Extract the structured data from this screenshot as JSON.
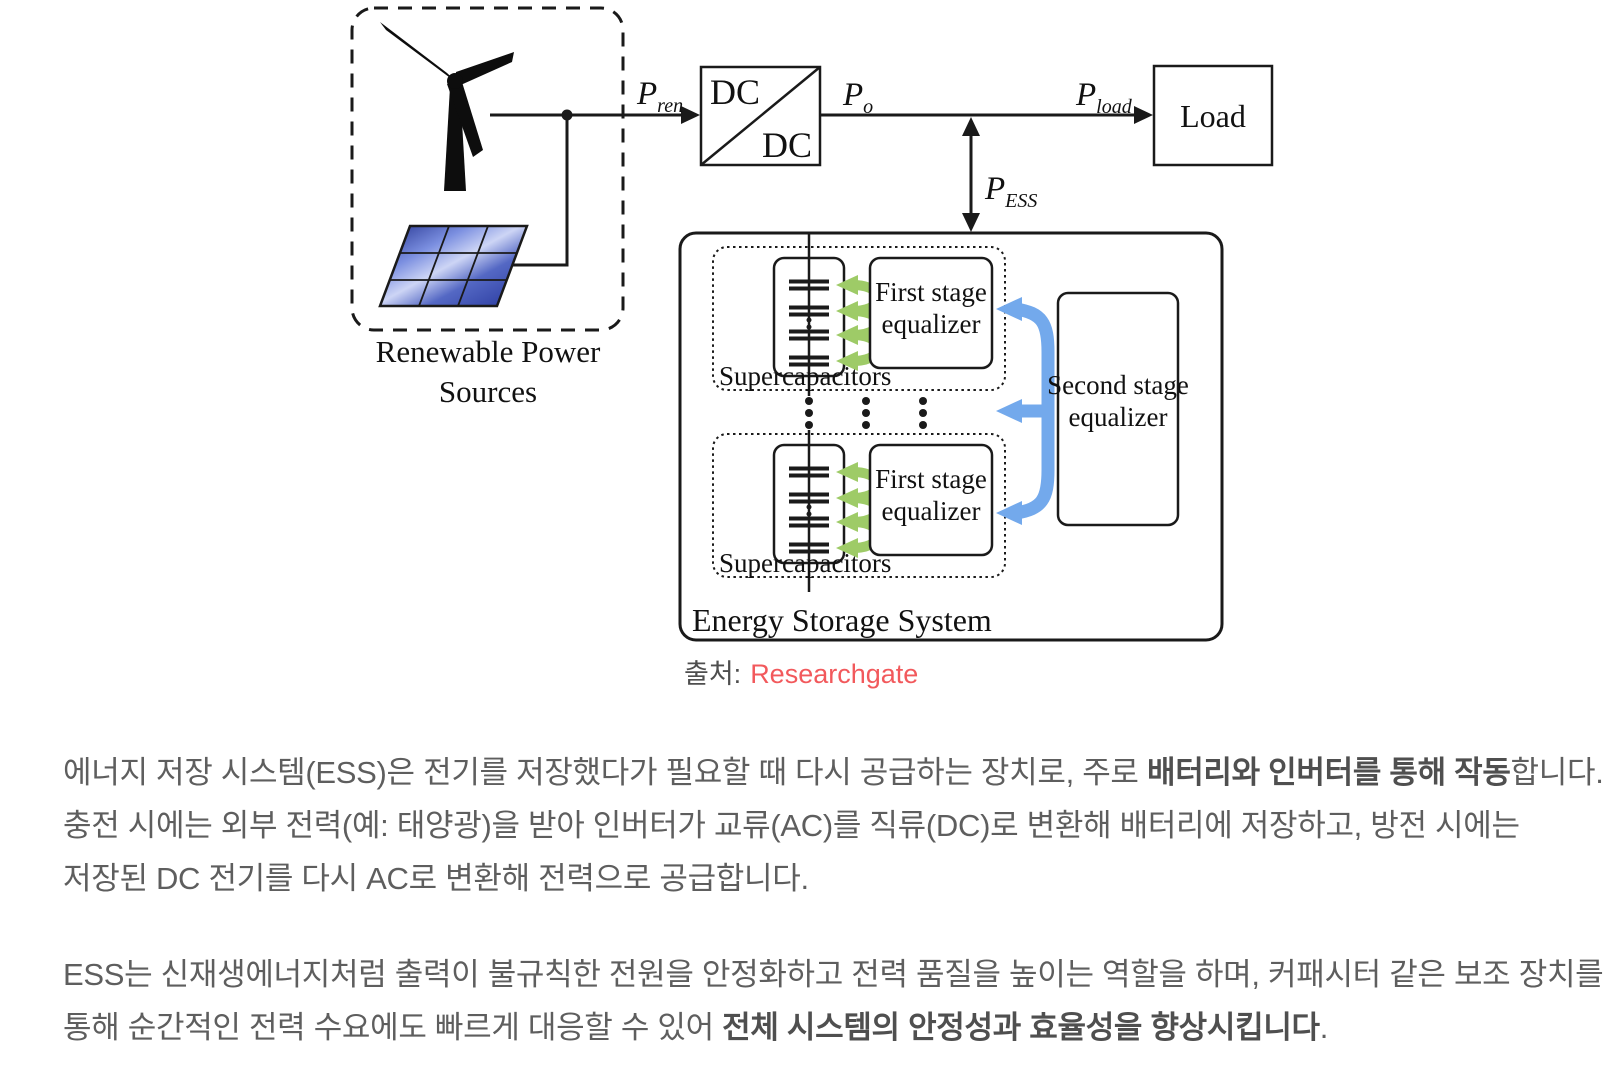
{
  "figure": {
    "renewable": {
      "line1": "Renewable Power",
      "line2": "Sources"
    },
    "converter": {
      "label_top": "DC",
      "label_bottom": "DC"
    },
    "load": "Load",
    "power": {
      "pren": {
        "base": "P",
        "sub": "ren"
      },
      "po": {
        "base": "P",
        "sub": "o"
      },
      "pload": {
        "base": "P",
        "sub": "load"
      },
      "pess": {
        "base": "P",
        "sub": "ESS"
      }
    },
    "ess": {
      "title": "Energy Storage System",
      "module1": {
        "label": "Supercapacitors",
        "eq1": "First stage",
        "eq2": "equalizer"
      },
      "module2": {
        "label": "Supercapacitors",
        "eq1": "First stage",
        "eq2": "equalizer"
      },
      "second_stage": {
        "line1": "Second stage",
        "line2": "equalizer"
      }
    },
    "colors": {
      "stroke": "#1a1a1a",
      "green_arrow": "#9ecb67",
      "blue_arrow": "#73a9ec",
      "panel_dark": "#24328f",
      "panel_light": "#c7d0f2"
    }
  },
  "caption": {
    "prefix": "출처:",
    "source": "Researchgate"
  },
  "body": {
    "paragraphs": [
      {
        "lines": [
          [
            {
              "text": "에너지 저장 시스템(ESS)은 전기를 저장했다가 필요할 때 다시 공급하는 장치로, 주로 ",
              "bold": false
            },
            {
              "text": "배터리와 인버터를 통해 작동",
              "bold": true
            },
            {
              "text": "합니다.",
              "bold": false
            }
          ],
          [
            {
              "text": "충전 시에는 외부 전력(예: 태양광)을 받아 인버터가 교류(AC)를 직류(DC)로 변환해 배터리에 저장하고, 방전 시에는",
              "bold": false
            }
          ],
          [
            {
              "text": "저장된 DC 전기를 다시 AC로 변환해 전력으로 공급합니다.",
              "bold": false
            }
          ]
        ]
      },
      {
        "lines": [
          [
            {
              "text": "ESS는 신재생에너지처럼 출력이 불규칙한 전원을 안정화하고 전력 품질을 높이는 역할을 하며, 커패시터 같은 보조 장치를",
              "bold": false
            }
          ],
          [
            {
              "text": "통해 순간적인 전력 수요에도 빠르게 대응할 수 있어 ",
              "bold": false
            },
            {
              "text": "전체 시스템의 안정성과 효율성을 향상시킵니다",
              "bold": true
            },
            {
              "text": ".",
              "bold": false
            }
          ]
        ]
      }
    ]
  }
}
